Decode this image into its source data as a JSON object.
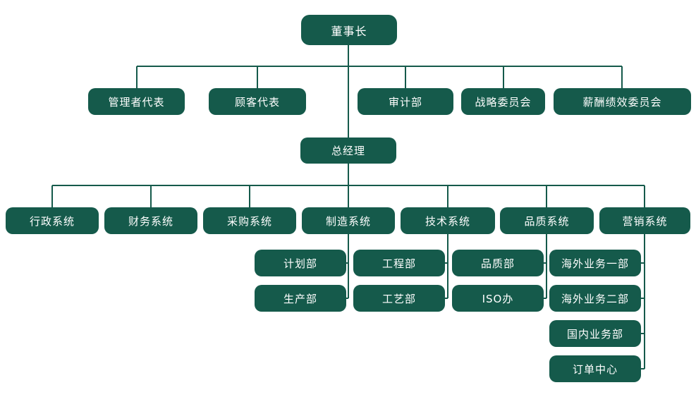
{
  "org": {
    "chairman": {
      "label": "董事长"
    },
    "staff_units": [
      {
        "label": "管理者代表"
      },
      {
        "label": "顾客代表"
      },
      {
        "label": "审计部"
      },
      {
        "label": "战略委员会"
      },
      {
        "label": "薪酬绩效委员会"
      }
    ],
    "general_manager": {
      "label": "总经理"
    },
    "systems": [
      {
        "label": "行政系统",
        "children": []
      },
      {
        "label": "财务系统",
        "children": []
      },
      {
        "label": "采购系统",
        "children": []
      },
      {
        "label": "制造系统",
        "children": [
          {
            "label": "计划部"
          },
          {
            "label": "生产部"
          }
        ]
      },
      {
        "label": "技术系统",
        "children": [
          {
            "label": "工程部"
          },
          {
            "label": "工艺部"
          }
        ]
      },
      {
        "label": "品质系统",
        "children": [
          {
            "label": "品质部"
          },
          {
            "label": "ISO办"
          }
        ]
      },
      {
        "label": "营销系统",
        "children": [
          {
            "label": "海外业务一部"
          },
          {
            "label": "海外业务二部"
          },
          {
            "label": "国内业务部"
          },
          {
            "label": "订单中心"
          }
        ]
      }
    ],
    "colors": {
      "node_fill": "#155a4b",
      "node_text": "#ffffff",
      "connector": "#155a4b",
      "canvas_bg": "#ffffff"
    }
  }
}
